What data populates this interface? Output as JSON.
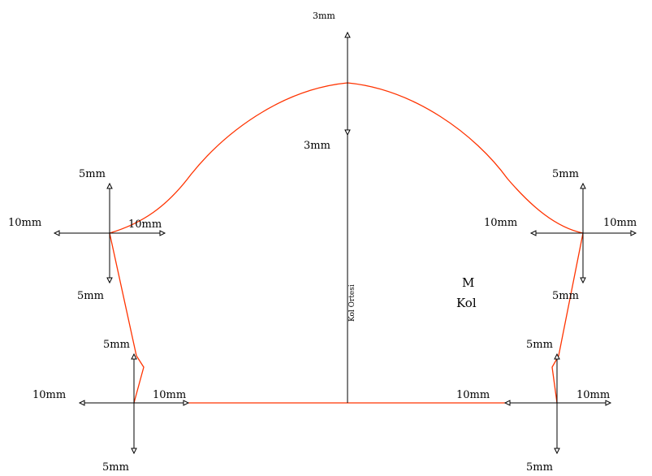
{
  "pattern": {
    "size": "M",
    "piece_name": "Kol",
    "grain_label": "Kol Ortesi",
    "outline_color": "#ff3300",
    "axis_color": "#000000"
  },
  "center_axis": {
    "top_label": "3mm",
    "mid_label": "3mm"
  },
  "grade_points": {
    "upper_left": {
      "up": "5mm",
      "down": "5mm",
      "left": "10mm",
      "right": "10mm"
    },
    "upper_right": {
      "up": "5mm",
      "down": "5mm",
      "left": "10mm",
      "right": "10mm"
    },
    "lower_left": {
      "up": "5mm",
      "down": "5mm",
      "left": "10mm",
      "right": "10mm"
    },
    "lower_right": {
      "up": "5mm",
      "down": "5mm",
      "left": "10mm",
      "right": "10mm"
    }
  }
}
